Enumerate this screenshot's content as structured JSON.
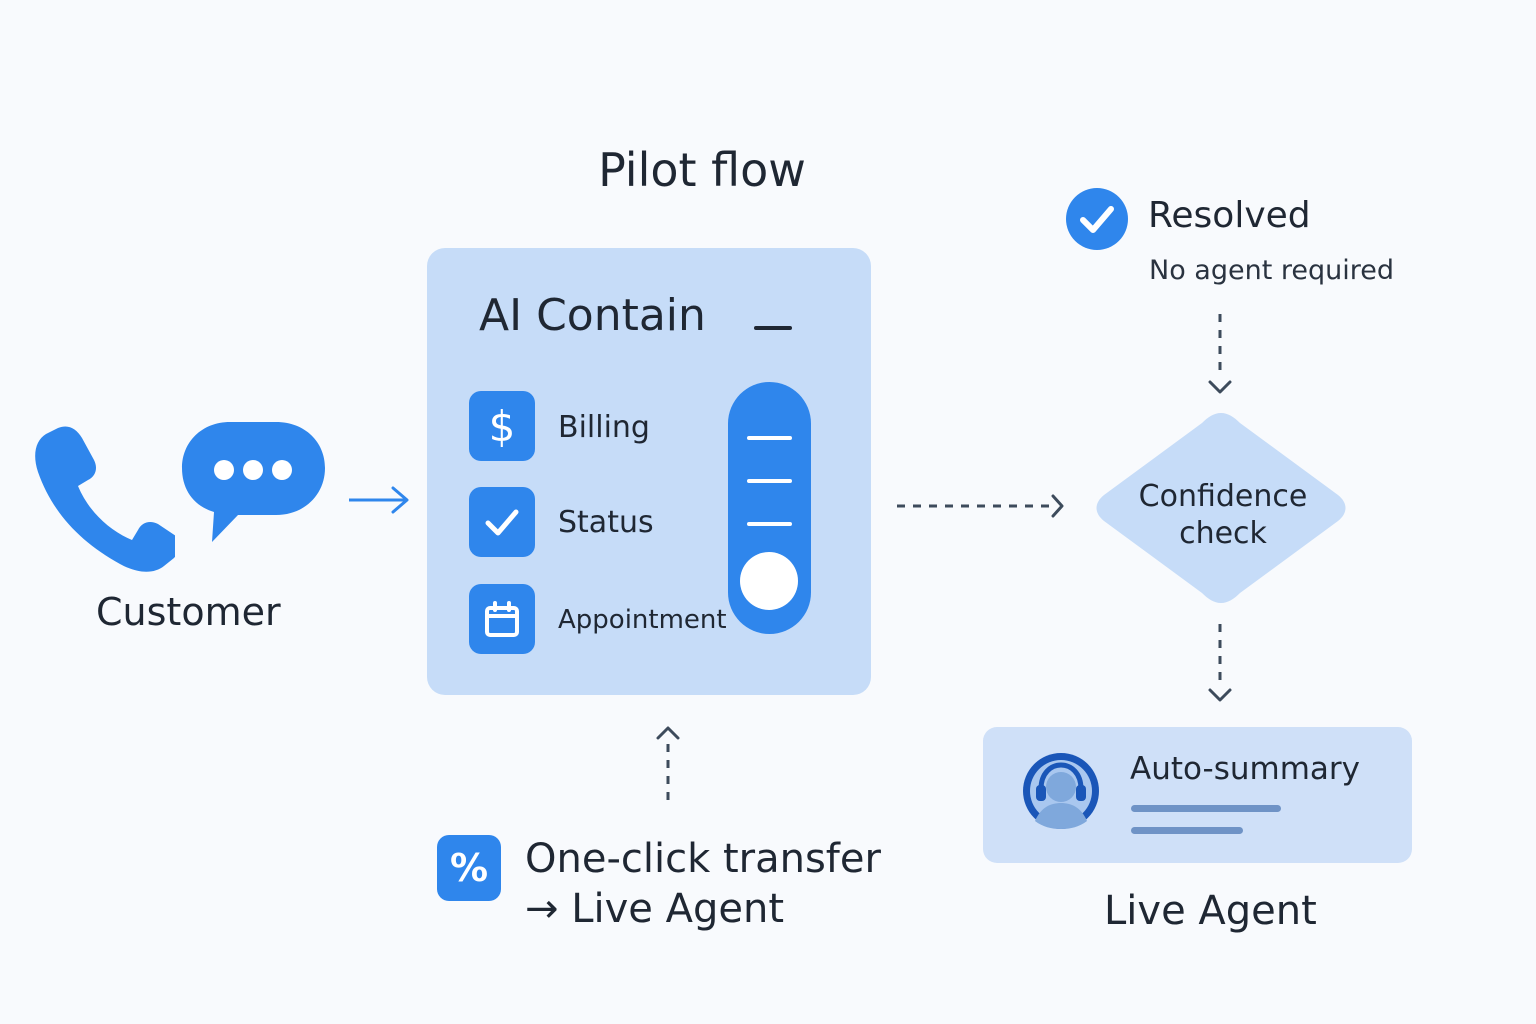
{
  "title": "Pilot flow",
  "customer": {
    "label": "Customer"
  },
  "ai_panel": {
    "title": "AI Contain",
    "items": [
      {
        "label": "Billing",
        "icon": "dollar-icon"
      },
      {
        "label": "Status",
        "icon": "check-icon"
      },
      {
        "label": "Appointment",
        "icon": "calendar-icon"
      }
    ]
  },
  "resolved": {
    "title": "Resolved",
    "subtitle": "No agent required",
    "icon": "check-circle-icon"
  },
  "confidence": {
    "line1": "Confidence",
    "line2": "check"
  },
  "agent_card": {
    "summary": "Auto-summary",
    "icon": "agent-headset-icon"
  },
  "live_agent": {
    "label": "Live Agent"
  },
  "transfer": {
    "icon": "percent-icon",
    "glyph": "%",
    "line1": "One-click transfer",
    "arrow": "→",
    "line2": "Live Agent"
  },
  "colors": {
    "accent": "#2f86ec",
    "panel": "#c6dcf8",
    "card": "#cfe0f8",
    "text": "#1f2733",
    "arrow": "#3d4b5c"
  }
}
